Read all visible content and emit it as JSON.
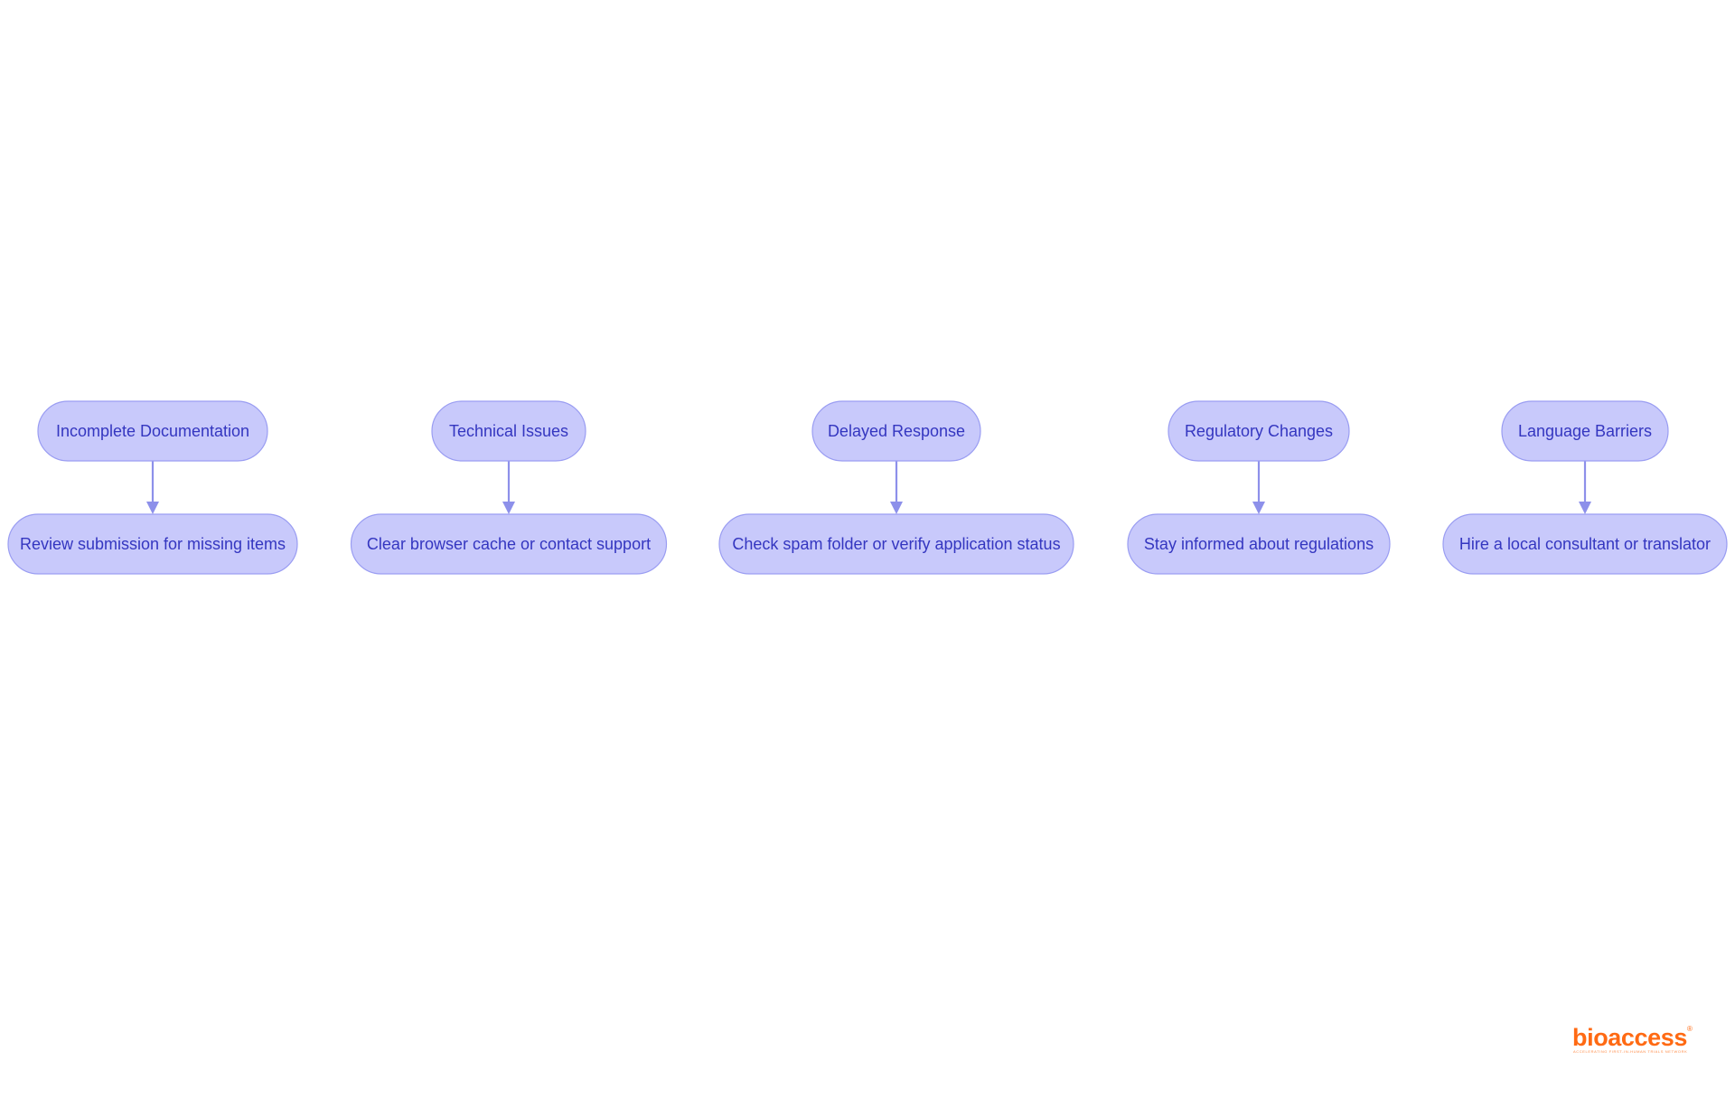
{
  "diagram": {
    "nodes": [
      {
        "id": "n1",
        "label": "Incomplete Documentation"
      },
      {
        "id": "n2",
        "label": "Review submission for missing items"
      },
      {
        "id": "n3",
        "label": "Technical Issues"
      },
      {
        "id": "n4",
        "label": "Clear browser cache or contact support"
      },
      {
        "id": "n5",
        "label": "Delayed Response"
      },
      {
        "id": "n6",
        "label": "Check spam folder or verify application status"
      },
      {
        "id": "n7",
        "label": "Regulatory Changes"
      },
      {
        "id": "n8",
        "label": "Stay informed about regulations"
      },
      {
        "id": "n9",
        "label": "Language Barriers"
      },
      {
        "id": "n10",
        "label": "Hire a local consultant or translator"
      }
    ],
    "edges": [
      {
        "from": "n1",
        "to": "n2"
      },
      {
        "from": "n3",
        "to": "n4"
      },
      {
        "from": "n5",
        "to": "n6"
      },
      {
        "from": "n7",
        "to": "n8"
      },
      {
        "from": "n9",
        "to": "n10"
      }
    ]
  },
  "logo": {
    "wordmark": "bioaccess",
    "registered_mark": "®",
    "tagline": "ACCELERATING FIRST-IN-HUMAN TRIALS NETWORK",
    "color": "#ff6a13"
  },
  "colors": {
    "node_fill": "#c8c9fb",
    "node_stroke": "#9a9df2",
    "node_text": "#3436c0",
    "edge": "#8d90ea"
  }
}
